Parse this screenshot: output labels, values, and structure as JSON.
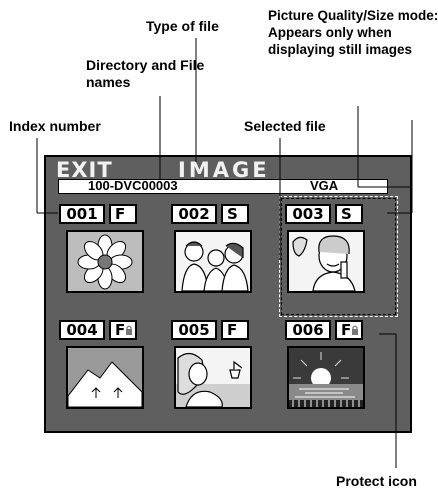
{
  "callouts": {
    "type_of_file": "Type of file",
    "picture_quality": "Picture Quality/Size mode: Appears only when displaying still images",
    "directory_names": "Directory and File names",
    "index_number": "Index number",
    "selected_file": "Selected file",
    "protect_icon": "Protect icon"
  },
  "screen": {
    "exit_label": "EXIT",
    "title": "IMAGE",
    "directory_file": "100-DVC00003",
    "quality_mode": "VGA",
    "files": [
      {
        "index": "001",
        "type": "F",
        "protected": false
      },
      {
        "index": "002",
        "type": "S",
        "protected": false
      },
      {
        "index": "003",
        "type": "S",
        "protected": false,
        "selected": true
      },
      {
        "index": "004",
        "type": "F",
        "protected": true
      },
      {
        "index": "005",
        "type": "F",
        "protected": false
      },
      {
        "index": "006",
        "type": "F",
        "protected": true
      }
    ]
  }
}
